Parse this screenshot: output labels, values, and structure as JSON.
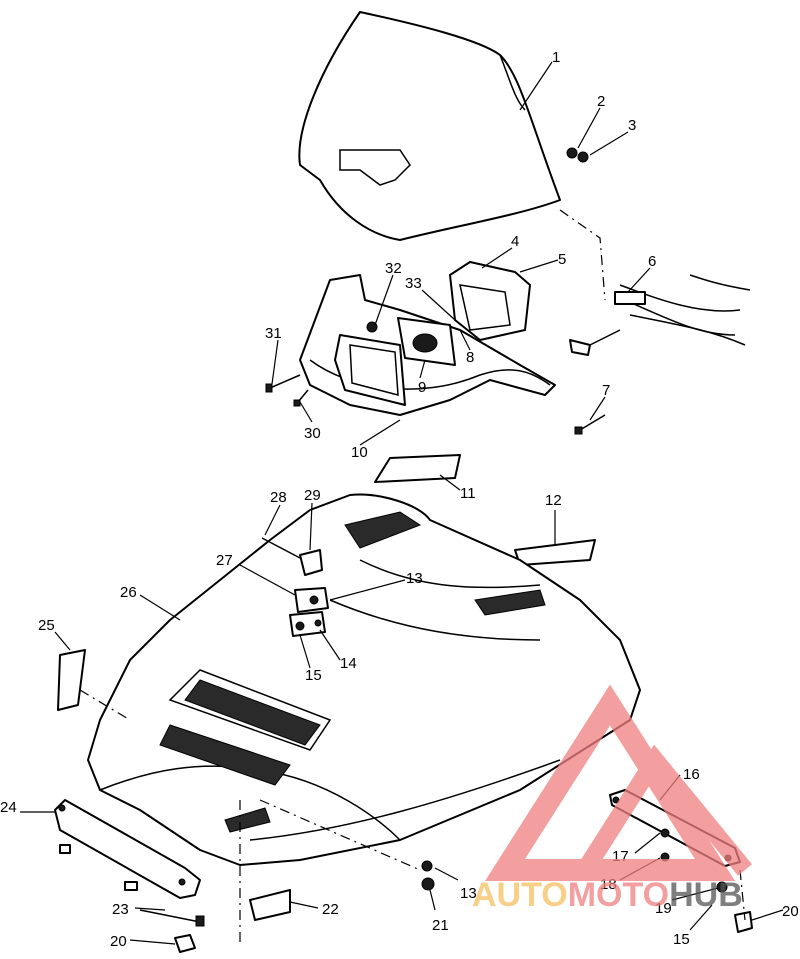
{
  "callouts": [
    {
      "n": "1"
    },
    {
      "n": "2"
    },
    {
      "n": "3"
    },
    {
      "n": "4"
    },
    {
      "n": "5"
    },
    {
      "n": "6"
    },
    {
      "n": "7"
    },
    {
      "n": "8"
    },
    {
      "n": "9"
    },
    {
      "n": "10"
    },
    {
      "n": "11"
    },
    {
      "n": "12"
    },
    {
      "n": "13"
    },
    {
      "n": "14"
    },
    {
      "n": "15"
    },
    {
      "n": "26"
    },
    {
      "n": "25"
    },
    {
      "n": "27"
    },
    {
      "n": "28"
    },
    {
      "n": "29"
    },
    {
      "n": "30"
    },
    {
      "n": "31"
    },
    {
      "n": "32"
    },
    {
      "n": "33"
    },
    {
      "n": "24"
    },
    {
      "n": "23"
    },
    {
      "n": "20"
    },
    {
      "n": "22"
    },
    {
      "n": "21"
    },
    {
      "n": "13"
    },
    {
      "n": "16"
    },
    {
      "n": "17"
    },
    {
      "n": "18"
    },
    {
      "n": "19"
    },
    {
      "n": "15"
    },
    {
      "n": "20"
    }
  ],
  "watermark": {
    "part1": "AUTO",
    "part2": "MOTO",
    "part3": "HUB",
    "color_primary": "#f08080",
    "color_secondary": "#f5c060",
    "color_dark": "#555555"
  }
}
